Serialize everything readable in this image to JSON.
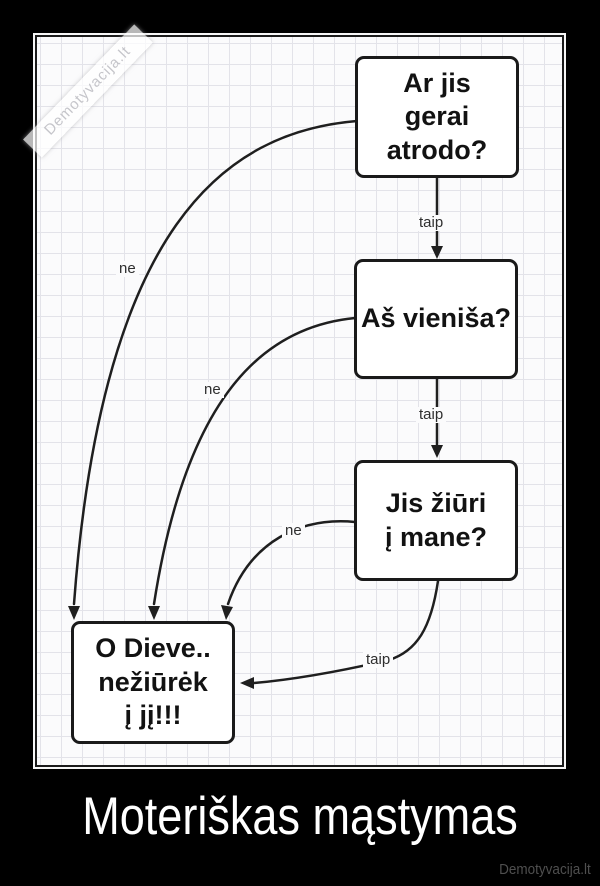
{
  "poster": {
    "caption": "Moteriškas mąstymas",
    "watermark_diagonal": "Demotyvacija.lt",
    "watermark_corner": "Demotyvacija.lt"
  },
  "flowchart": {
    "boxes": [
      {
        "id": "q1",
        "text": "Ar jis\ngerai\natrodo?"
      },
      {
        "id": "q2",
        "text": "Aš vieniša?"
      },
      {
        "id": "q3",
        "text": "Jis žiūri\nį mane?"
      },
      {
        "id": "result",
        "text": "O Dieve..\nnežiūrėk\nį jį!!!"
      }
    ],
    "edges": [
      {
        "from": "q1",
        "to": "q2",
        "label": "taip"
      },
      {
        "from": "q2",
        "to": "q3",
        "label": "taip"
      },
      {
        "from": "q3",
        "to": "result",
        "label": "taip"
      },
      {
        "from": "q1",
        "to": "result",
        "label": "ne"
      },
      {
        "from": "q2",
        "to": "result",
        "label": "ne"
      },
      {
        "from": "q3",
        "to": "result",
        "label": "ne"
      }
    ]
  },
  "colors": {
    "page_background": "#000000",
    "paper": "#fbfbfc",
    "grid_line": "#e3e3e9",
    "box_border": "#1a1a1a",
    "edge_stroke": "#1f1f1f",
    "caption_text": "#ffffff",
    "watermark_corner_text": "#4f4f4f"
  }
}
